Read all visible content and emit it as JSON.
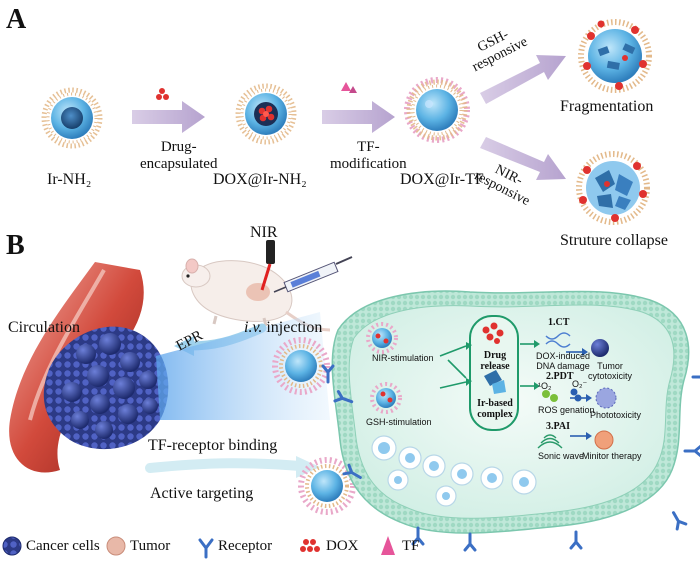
{
  "panel_a": {
    "label": "A",
    "step1_name": "Ir-NH₂",
    "arrow1_label": "Drug-\nencapsulated",
    "step2_name": "DOX@Ir-NH₂",
    "arrow2_label": "TF-\nmodification",
    "step3_name": "DOX@Ir-TF",
    "branch_up_label": "GSH-\nresponsive",
    "branch_down_label": "NIR-\nresponsive",
    "result_up": "Fragmentation",
    "result_down": "Struture collapse"
  },
  "panel_b": {
    "label": "B",
    "nir": "NIR",
    "epr": "EPR",
    "iv_italic": "i.v.",
    "iv_rest": " injection",
    "circulation": "Circulation",
    "binding": "TF-receptor binding",
    "targeting": "Active targeting",
    "cell": {
      "nir_stim": "NIR-stimulation",
      "gsh_stim": "GSH-stimulation",
      "drug_release": "Drug\nrelease",
      "ir_complex": "Ir-based\ncomplex",
      "ct": "1.CT",
      "ct_effect": "DOX-induced\nDNA damage",
      "ct_result": "Tumor\ncytotoxicity",
      "pdt": "2.PDT",
      "o2_singlet": "¹O₂",
      "o2_super": "O₂⁻",
      "ros": "ROS genation",
      "pdt_result": "Phototoxicity",
      "pai": "3.PAI",
      "sonic": "Sonic wave",
      "pai_result": "Minitor therapy"
    }
  },
  "legend": {
    "items": [
      {
        "icon": "cancer-cell-icon",
        "label": "Cancer cells"
      },
      {
        "icon": "tumor-icon",
        "label": "Tumor"
      },
      {
        "icon": "receptor-icon",
        "label": "Receptor"
      },
      {
        "icon": "dox-icon",
        "label": "DOX"
      },
      {
        "icon": "tf-icon",
        "label": "TF"
      }
    ]
  },
  "colors": {
    "arrow_purple": "#c7b8d9",
    "particle_blue": "#4aa6dc",
    "core_dark": "#1f5f96",
    "dox_red": "#e0322f",
    "tf_pink": "#e6559a",
    "membrane_green": "#b9e6d6",
    "membrane_edge": "#7cc7ae",
    "receptor_blue": "#3b6fc4",
    "cancer_navy": "#2b3a86",
    "vessel_red": "#c0392b"
  }
}
